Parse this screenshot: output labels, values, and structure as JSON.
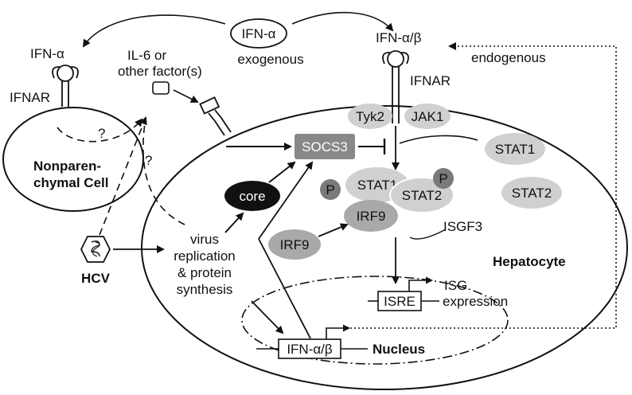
{
  "labels": {
    "ifn_alpha_left": "IFN-α",
    "ifn_alpha_top": "IFN-α",
    "ifn_ab_top": "IFN-α/β",
    "exogenous": "exogenous",
    "endogenous": "endogenous",
    "ifnar_left": "IFNAR",
    "ifnar_right": "IFNAR",
    "il6_line1": "IL-6 or",
    "il6_line2": "other factor(s)",
    "question1": "?",
    "question2": "?",
    "nonparenchymal_line1": "Nonparen-",
    "nonparenchymal_line2": "chymal Cell",
    "tyk2": "Tyk2",
    "jak1": "JAK1",
    "socs3": "SOCS3",
    "stat1_free": "STAT1",
    "stat2_free": "STAT2",
    "stat1_complex": "STAT1",
    "stat2_complex": "STAT2",
    "p1": "P",
    "p2": "P",
    "core": "core",
    "irf9_complex": "IRF9",
    "irf9_free": "IRF9",
    "isgf3": "ISGF3",
    "hepatocyte": "Hepatocyte",
    "virus_line1": "virus",
    "virus_line2": "replication",
    "virus_line3": "& protein",
    "virus_line4": "synthesis",
    "hcv": "HCV",
    "isre": "ISRE",
    "isg_line1": "ISG",
    "isg_line2": "expression",
    "ifn_ab_gene": "IFN-α/β",
    "nucleus": "Nucleus"
  },
  "colors": {
    "light_gray": "#d0d0d0",
    "mid_gray": "#a9a9a9",
    "dark_gray": "#7a7a7a",
    "socs_gray": "#888888",
    "black": "#111111"
  }
}
